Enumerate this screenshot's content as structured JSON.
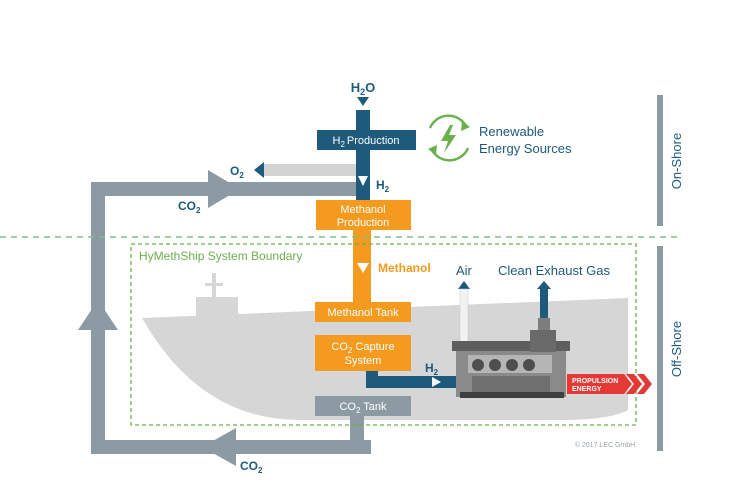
{
  "colors": {
    "dark_blue": "#1d5a7c",
    "orange": "#f39a1f",
    "gray_loop": "#8c9ba3",
    "light_gray": "#d3d3d3",
    "green": "#6ab04c",
    "red": "#e53935"
  },
  "labels": {
    "h2o_top": "H",
    "h2o_sub": "2",
    "h2o_end": "O",
    "h2_production": "Production",
    "h2_production_pre": "H",
    "h2_production_sub": "2",
    "renewable_line1": "Renewable",
    "renewable_line2": "Energy Sources",
    "o2_main": "O",
    "o2_sub": "2",
    "h2_arrow_main": "H",
    "h2_arrow_sub": "2",
    "co2_top_main": "CO",
    "co2_top_sub": "2",
    "methanol_production_line1": "Methanol",
    "methanol_production_line2": "Production",
    "on_shore": "On-Shore",
    "off_shore": "Off-Shore",
    "system_boundary": "HyMethShip System Boundary",
    "methanol_flow": "Methanol",
    "air": "Air",
    "clean_exhaust": "Clean Exhaust Gas",
    "methanol_tank": "Methanol Tank",
    "co2_capture_pre": "CO",
    "co2_capture_sub": "2",
    "co2_capture_rest": " Capture",
    "co2_capture_line2": "System",
    "h2_engine_main": "H",
    "h2_engine_sub": "2",
    "propulsion_line1": "PROPULSION",
    "propulsion_line2": "ENERGY",
    "co2_tank_pre": "CO",
    "co2_tank_sub": "2",
    "co2_tank_rest": " Tank",
    "co2_bottom_main": "CO",
    "co2_bottom_sub": "2",
    "copyright": "© 2017 LEC GmbH"
  }
}
